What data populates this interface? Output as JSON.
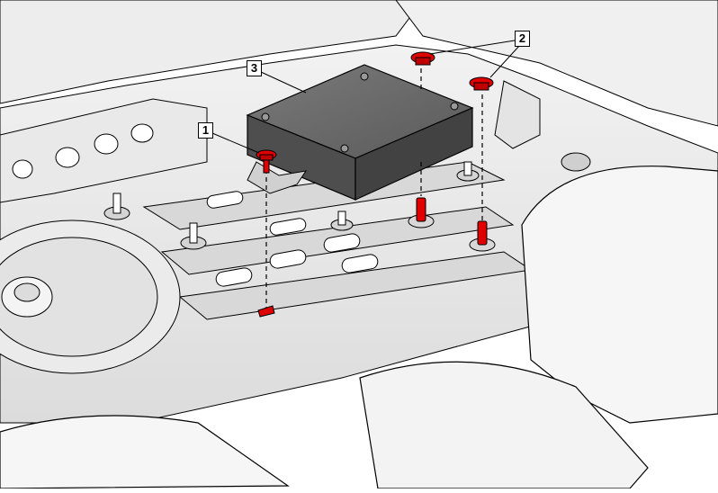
{
  "callouts": [
    {
      "id": "1",
      "label": "1"
    },
    {
      "id": "2",
      "label": "2"
    },
    {
      "id": "3",
      "label": "3"
    }
  ],
  "colors": {
    "fastener": "#e00000",
    "module": "#5f5f5f",
    "outline": "#000000",
    "floor": "#e6e6e6",
    "background": "#ffffff"
  },
  "icons": [
    "bolt-icon",
    "nut-icon",
    "stud-icon",
    "module-box"
  ]
}
